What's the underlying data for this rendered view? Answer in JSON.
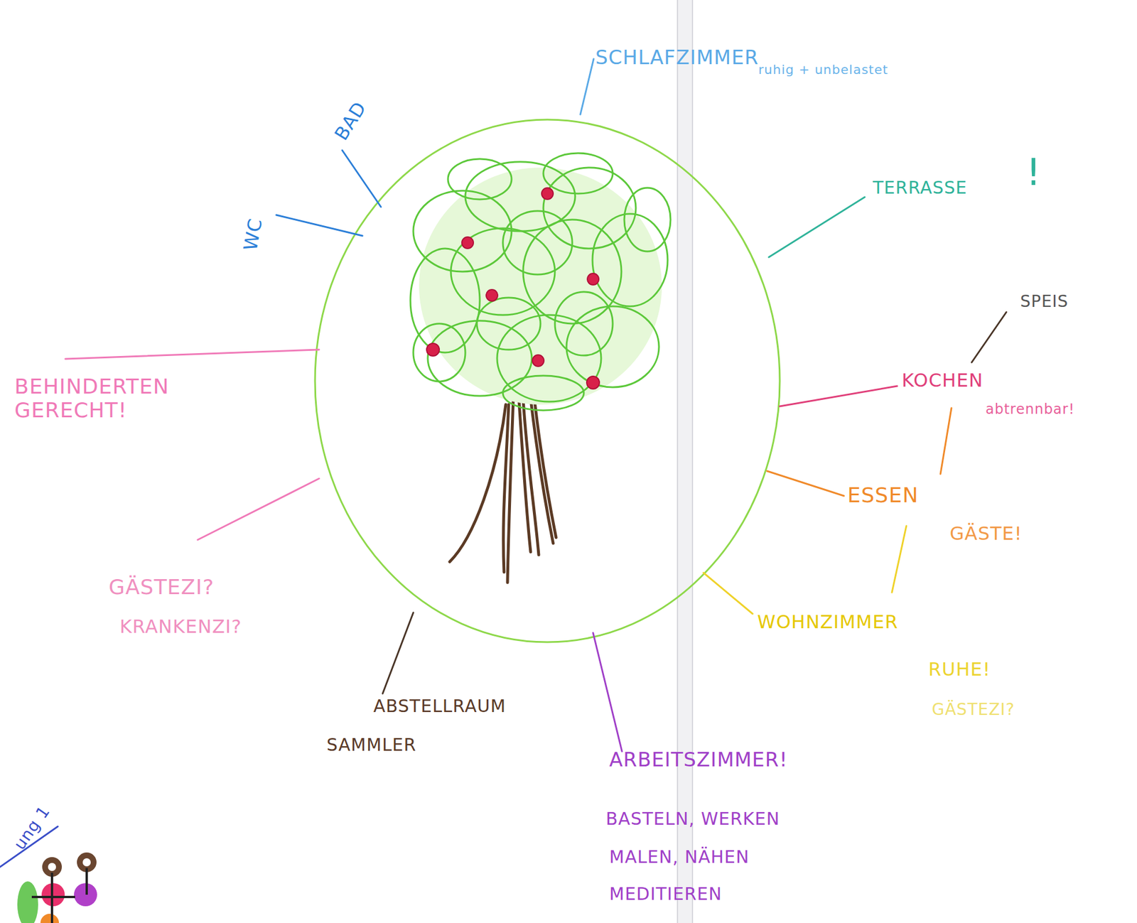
{
  "diagram": {
    "labels": [
      "SCHLAFZIMMER",
      "ruhig + unbelastet",
      "BAD",
      "WC",
      "TERRASSE",
      "!",
      "SPEIS",
      "KOCHEN",
      "abtrennbar!",
      "ESSEN",
      "GÄSTE!",
      "WOHNZIMMER",
      "RUHE!",
      "GÄSTEZI?",
      "ARBEITSZIMMER!",
      "BASTELN, WERKEN",
      "MALEN, NÄHEN",
      "MEDITIEREN",
      "ABSTELLRAUM",
      "SAMMLER",
      "GÄSTEZI?",
      "KRANKENZI?",
      "BEHINDERTEN GERECHT!",
      "ung 1"
    ]
  }
}
